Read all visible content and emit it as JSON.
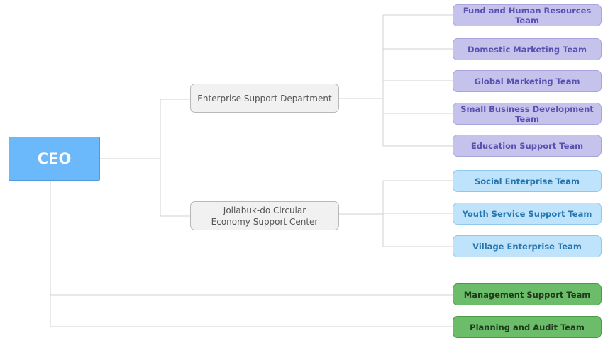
{
  "ceo": {
    "label": "CEO"
  },
  "departments": [
    {
      "label": "Enterprise Support Department"
    },
    {
      "label": "Jollabuk-do Circular\nEconomy Support Center"
    }
  ],
  "teams": [
    {
      "label": "Fund and Human Resources Team",
      "group": "purple"
    },
    {
      "label": "Domestic Marketing Team",
      "group": "purple"
    },
    {
      "label": "Global Marketing Team",
      "group": "purple"
    },
    {
      "label": "Small Business Development Team",
      "group": "purple"
    },
    {
      "label": "Education Support Team",
      "group": "purple"
    },
    {
      "label": "Social Enterprise Team",
      "group": "blue"
    },
    {
      "label": "Youth Service Support Team",
      "group": "blue"
    },
    {
      "label": "Village Enterprise Team",
      "group": "blue"
    },
    {
      "label": "Management Support Team",
      "group": "green"
    },
    {
      "label": "Planning and Audit Team",
      "group": "green"
    }
  ],
  "colors": {
    "ceo": "#6bb8fa",
    "department": "#f1f1f1",
    "purple_team": "#c5c2eb",
    "blue_team": "#bfe3fa",
    "green_team": "#6cbd6a",
    "connector": "#d0d0d0"
  }
}
